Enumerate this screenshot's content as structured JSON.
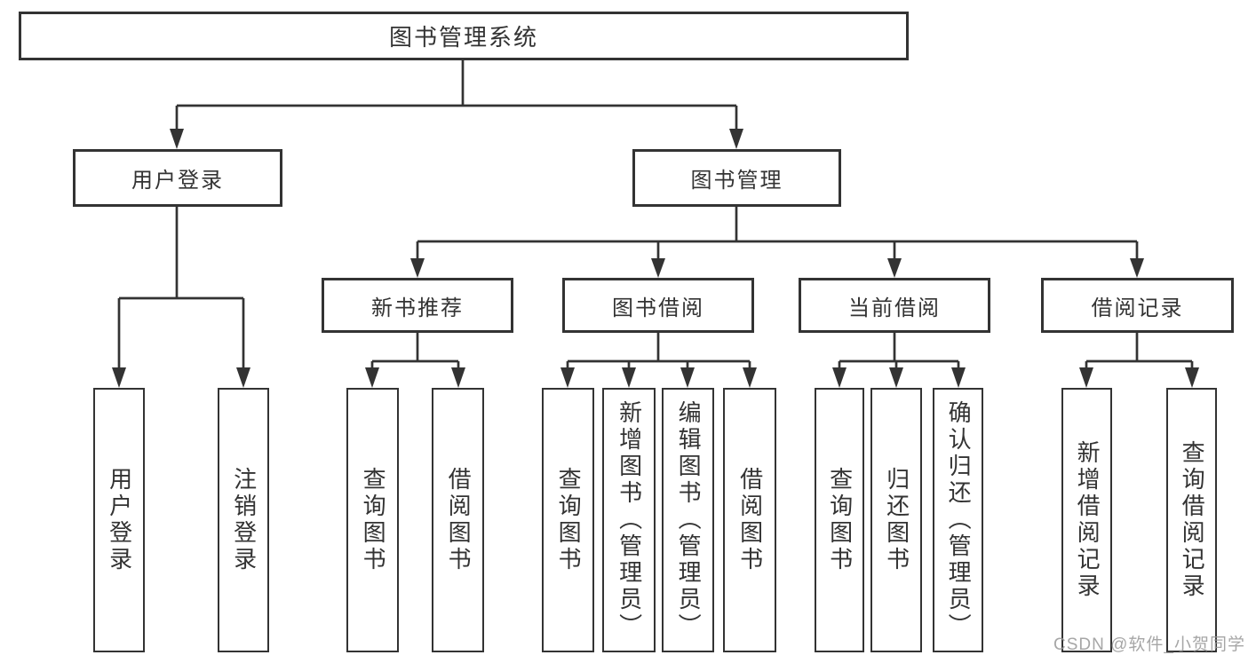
{
  "colors": {
    "line": "#333333",
    "box_border": "#333333",
    "text": "#333333",
    "watermark": "#969696",
    "background": "#ffffff"
  },
  "watermark": {
    "text": "CSDN @软件_小贺同学"
  },
  "tree": {
    "label": "图书管理系统",
    "children": [
      {
        "label": "用户登录",
        "children": [
          {
            "label": "用户登录"
          },
          {
            "label": "注销登录"
          }
        ]
      },
      {
        "label": "图书管理",
        "children": [
          {
            "label": "新书推荐",
            "children": [
              {
                "label": "查询图书"
              },
              {
                "label": "借阅图书"
              }
            ]
          },
          {
            "label": "图书借阅",
            "children": [
              {
                "label": "查询图书"
              },
              {
                "label": "新增图书（管理员）"
              },
              {
                "label": "编辑图书（管理员）"
              },
              {
                "label": "借阅图书"
              }
            ]
          },
          {
            "label": "当前借阅",
            "children": [
              {
                "label": "查询图书"
              },
              {
                "label": "归还图书"
              },
              {
                "label": "确认归还（管理员）"
              }
            ]
          },
          {
            "label": "借阅记录",
            "children": [
              {
                "label": "新增借阅记录"
              },
              {
                "label": "查询借阅记录"
              }
            ]
          }
        ]
      }
    ]
  }
}
